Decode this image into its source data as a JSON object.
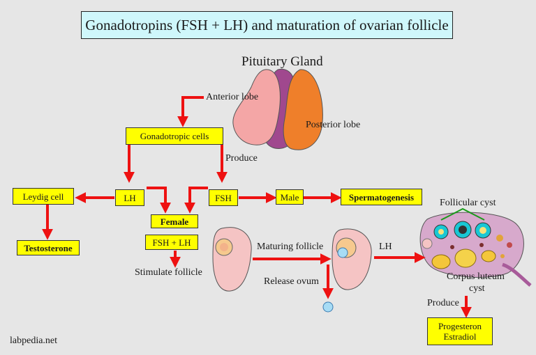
{
  "title": "Gonadotropins (FSH + LH) and maturation of ovarian follicle",
  "labels": {
    "pituitary_gland": "Pituitary Gland",
    "anterior_lobe": "Anterior lobe",
    "posterior_lobe": "Posterior lobe",
    "produce_top": "Produce",
    "stimulate_follicle": "Stimulate follicle",
    "maturing_follicle": "Maturing follicle",
    "release_ovum": "Release ovum",
    "lh_arrow": "LH",
    "follicular_cyst": "Follicular cyst",
    "corpus_luteum_1": "Corpus luteum",
    "corpus_luteum_2": "cyst",
    "produce_bottom": "Produce"
  },
  "boxes": {
    "gonadotropic_cells": "Gonadotropic cells",
    "leydig_cell": "Leydig cell",
    "lh": "LH",
    "fsh": "FSH",
    "male": "Male",
    "spermatogenesis": "Spermatogenesis",
    "female": "Female",
    "testosterone": "Testosterone",
    "fsh_lh": "FSH + LH",
    "progesteron": "Progesteron",
    "estradiol": "Estradiol"
  },
  "credit": "labpedia.net",
  "colors": {
    "background": "#e6e6e6",
    "title_box": "#cff7fb",
    "yellow_box": "#ffff00",
    "arrow": "#ee1111",
    "anterior_lobe": "#f4a6a6",
    "middle_lobe": "#a0488e",
    "posterior_lobe": "#ef7f2a",
    "follicle_fill": "#f5c4c4",
    "ovum": "#a7dcf5",
    "cyst_bracket": "#1a9a1a"
  }
}
